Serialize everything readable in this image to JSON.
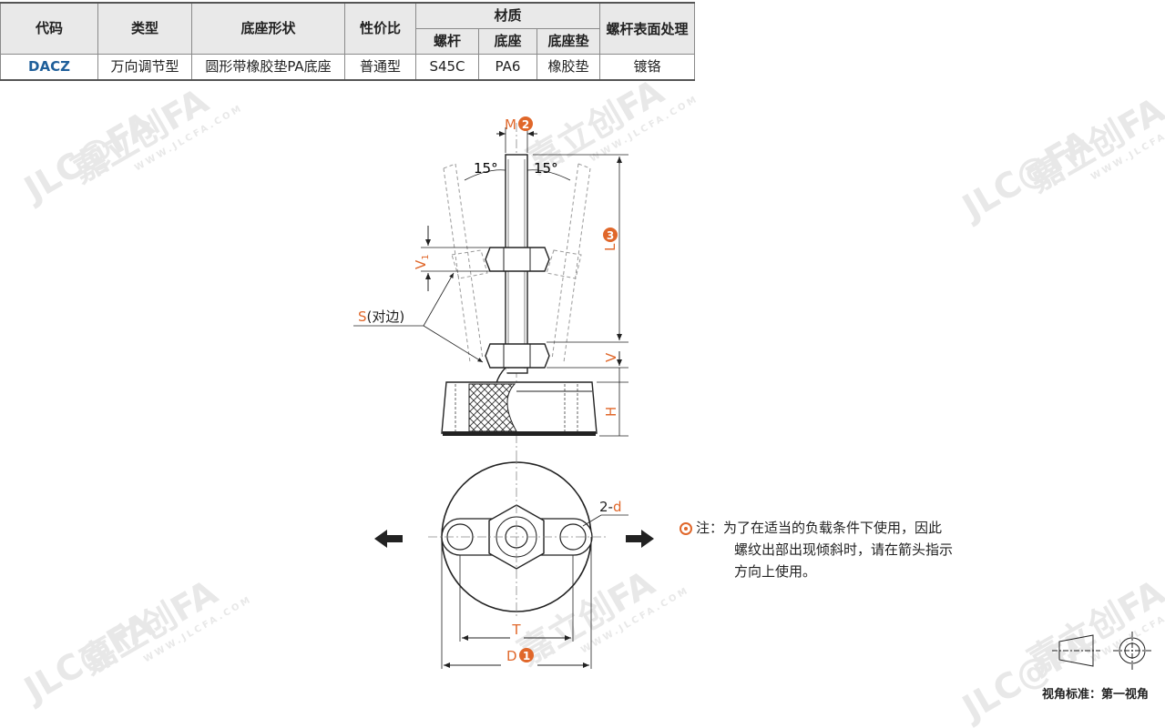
{
  "table": {
    "headers": {
      "code": "代码",
      "type": "类型",
      "base_shape": "底座形状",
      "price": "性价比",
      "material": "材质",
      "surface": "螺杆表面处理",
      "sub_screw": "螺杆",
      "sub_base": "底座",
      "sub_pad": "底座垫"
    },
    "row": {
      "code": "DACZ",
      "type": "万向调节型",
      "base_shape": "圆形带橡胶垫PA底座",
      "price": "普通型",
      "screw": "S45C",
      "base": "PA6",
      "pad": "橡胶垫",
      "surface": "镀铬"
    }
  },
  "drawing": {
    "label_m": "M",
    "badge_2": "2",
    "angle_left": "15°",
    "angle_right": "15°",
    "label_l": "L",
    "badge_3": "3",
    "label_v1": "V",
    "label_v1_sub": "1",
    "label_s": "S",
    "label_s_note": "(对边)",
    "label_v": "V",
    "label_h": "H",
    "label_2d_prefix": "2-",
    "label_2d_d": "d",
    "label_t": "T",
    "label_d": "D",
    "badge_1": "1"
  },
  "note": {
    "line1": "注：为了在适当的负载条件下使用，因此",
    "line2": "螺纹出部出现倾斜时，请在箭头指示",
    "line3": "方向上使用。"
  },
  "projection_label": "视角标准：第一视角",
  "watermark": {
    "brand": "嘉立创FA",
    "site": "WWW.JLCFA.COM",
    "logo": "JLC@FA"
  },
  "colors": {
    "accent": "#e0672a",
    "code_blue": "#1f5f9a"
  }
}
